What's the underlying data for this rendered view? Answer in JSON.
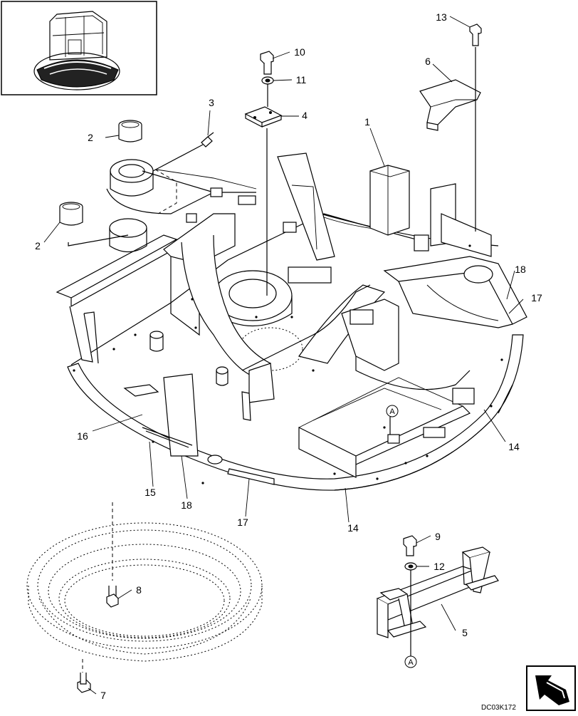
{
  "figure_code": "DC03K172",
  "callouts": [
    {
      "id": "c1",
      "label": "1"
    },
    {
      "id": "c2a",
      "label": "2"
    },
    {
      "id": "c2b",
      "label": "2"
    },
    {
      "id": "c3",
      "label": "3"
    },
    {
      "id": "c4",
      "label": "4"
    },
    {
      "id": "c5",
      "label": "5"
    },
    {
      "id": "c6",
      "label": "6"
    },
    {
      "id": "c7",
      "label": "7"
    },
    {
      "id": "c8",
      "label": "8"
    },
    {
      "id": "c9",
      "label": "9"
    },
    {
      "id": "c10",
      "label": "10"
    },
    {
      "id": "c11",
      "label": "11"
    },
    {
      "id": "c12",
      "label": "12"
    },
    {
      "id": "c13",
      "label": "13"
    },
    {
      "id": "c14a",
      "label": "14"
    },
    {
      "id": "c14b",
      "label": "14"
    },
    {
      "id": "c15",
      "label": "15"
    },
    {
      "id": "c16",
      "label": "16"
    },
    {
      "id": "c17a",
      "label": "17"
    },
    {
      "id": "c17b",
      "label": "17"
    },
    {
      "id": "c18a",
      "label": "18"
    },
    {
      "id": "c18b",
      "label": "18"
    }
  ],
  "reference_markers": [
    {
      "id": "ra",
      "label": "A"
    },
    {
      "id": "rb",
      "label": "A"
    }
  ],
  "icons": {
    "thumbnail": "excavator-cab-thumbnail-icon",
    "nav": "next-page-arrow-icon"
  }
}
